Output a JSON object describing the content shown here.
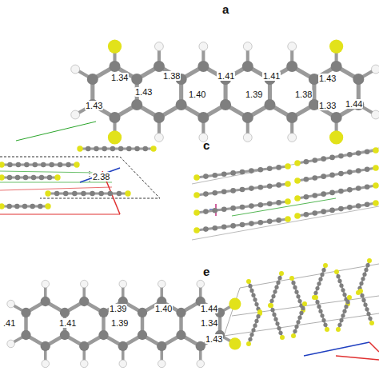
{
  "diagram": {
    "labels": [
      "a",
      "1.34",
      "1.38",
      "1.41",
      "1.41",
      "1.43",
      "1.43",
      "1.43",
      "1.40",
      "1.39",
      "1.38",
      "1.33",
      "1.44",
      "2.38",
      "c",
      "1.39",
      "1.40",
      "1.44",
      ".41",
      "1.41",
      "1.39",
      "1.34",
      "1.43",
      "e"
    ]
  }
}
